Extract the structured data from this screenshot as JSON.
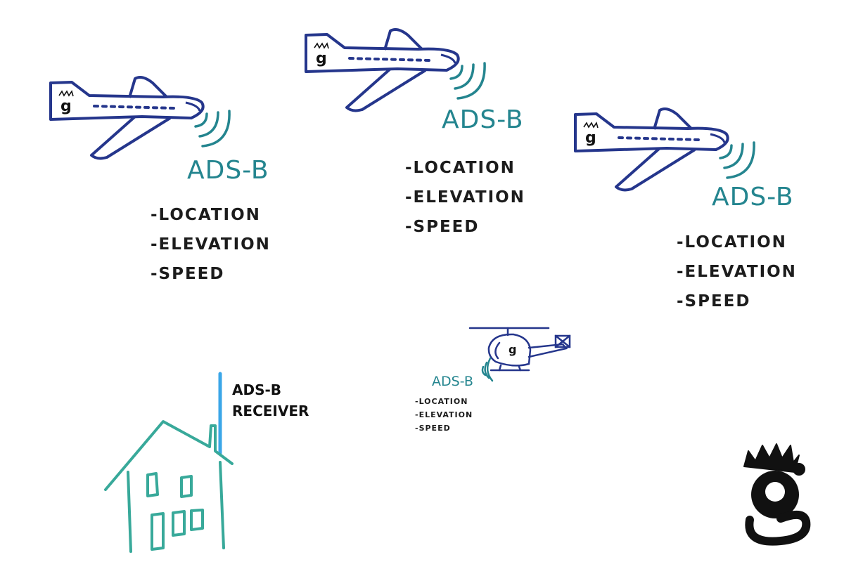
{
  "signal_label": "ADS-B",
  "features": [
    "-LOCATION",
    "-ELEVATION",
    "-SPEED"
  ],
  "receiver": {
    "line1": "ADS-B",
    "line2": "RECEIVER"
  },
  "logo_letter": "g",
  "colors": {
    "plane": "#25368c",
    "signal": "#24858f",
    "antenna": "#3aa6e8",
    "house": "#38a99a",
    "ink": "#111111"
  }
}
